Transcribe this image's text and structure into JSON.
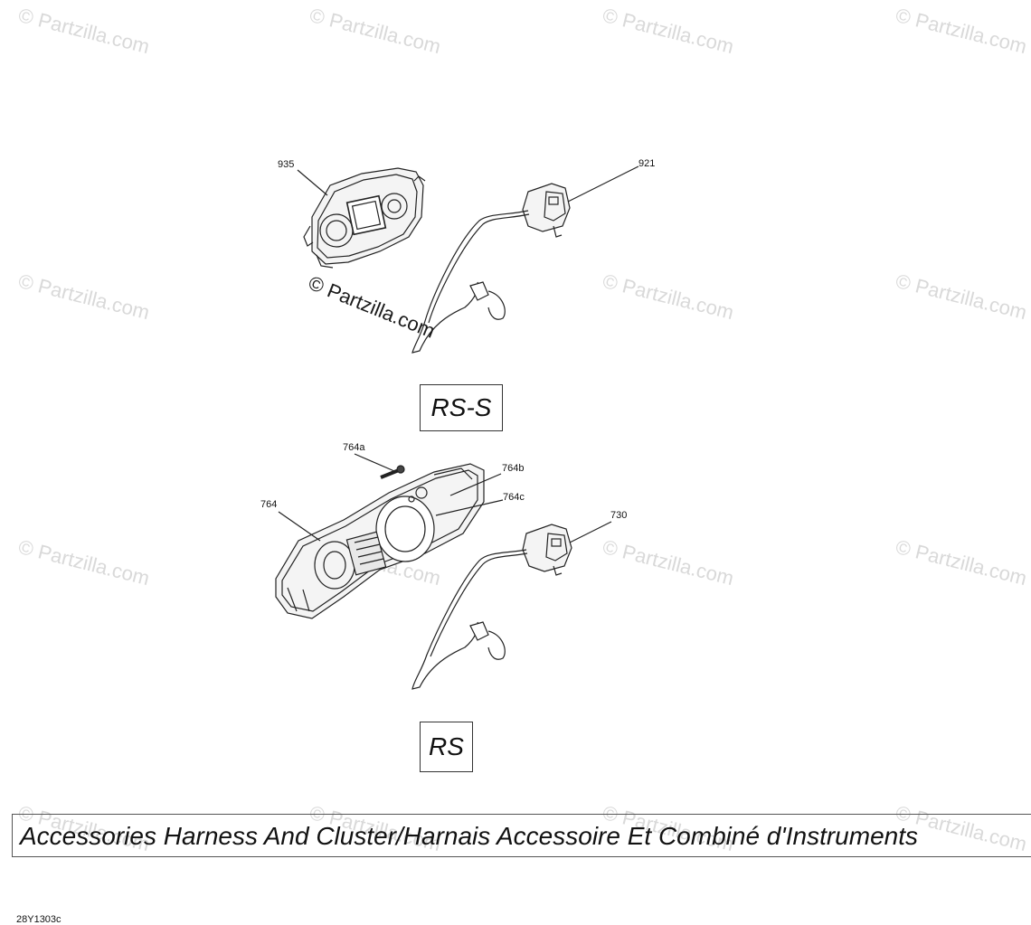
{
  "watermark": "© Partzilla.com",
  "callouts": {
    "c935": "935",
    "c921": "921",
    "c764a": "764a",
    "c764b": "764b",
    "c764c": "764c",
    "c764": "764",
    "c730": "730"
  },
  "models": {
    "top": "RS-S",
    "bottom": "RS"
  },
  "title": "Accessories Harness And Cluster/Harnais Accessoire Et Combiné d'Instruments",
  "drawing_code": "28Y1303c"
}
